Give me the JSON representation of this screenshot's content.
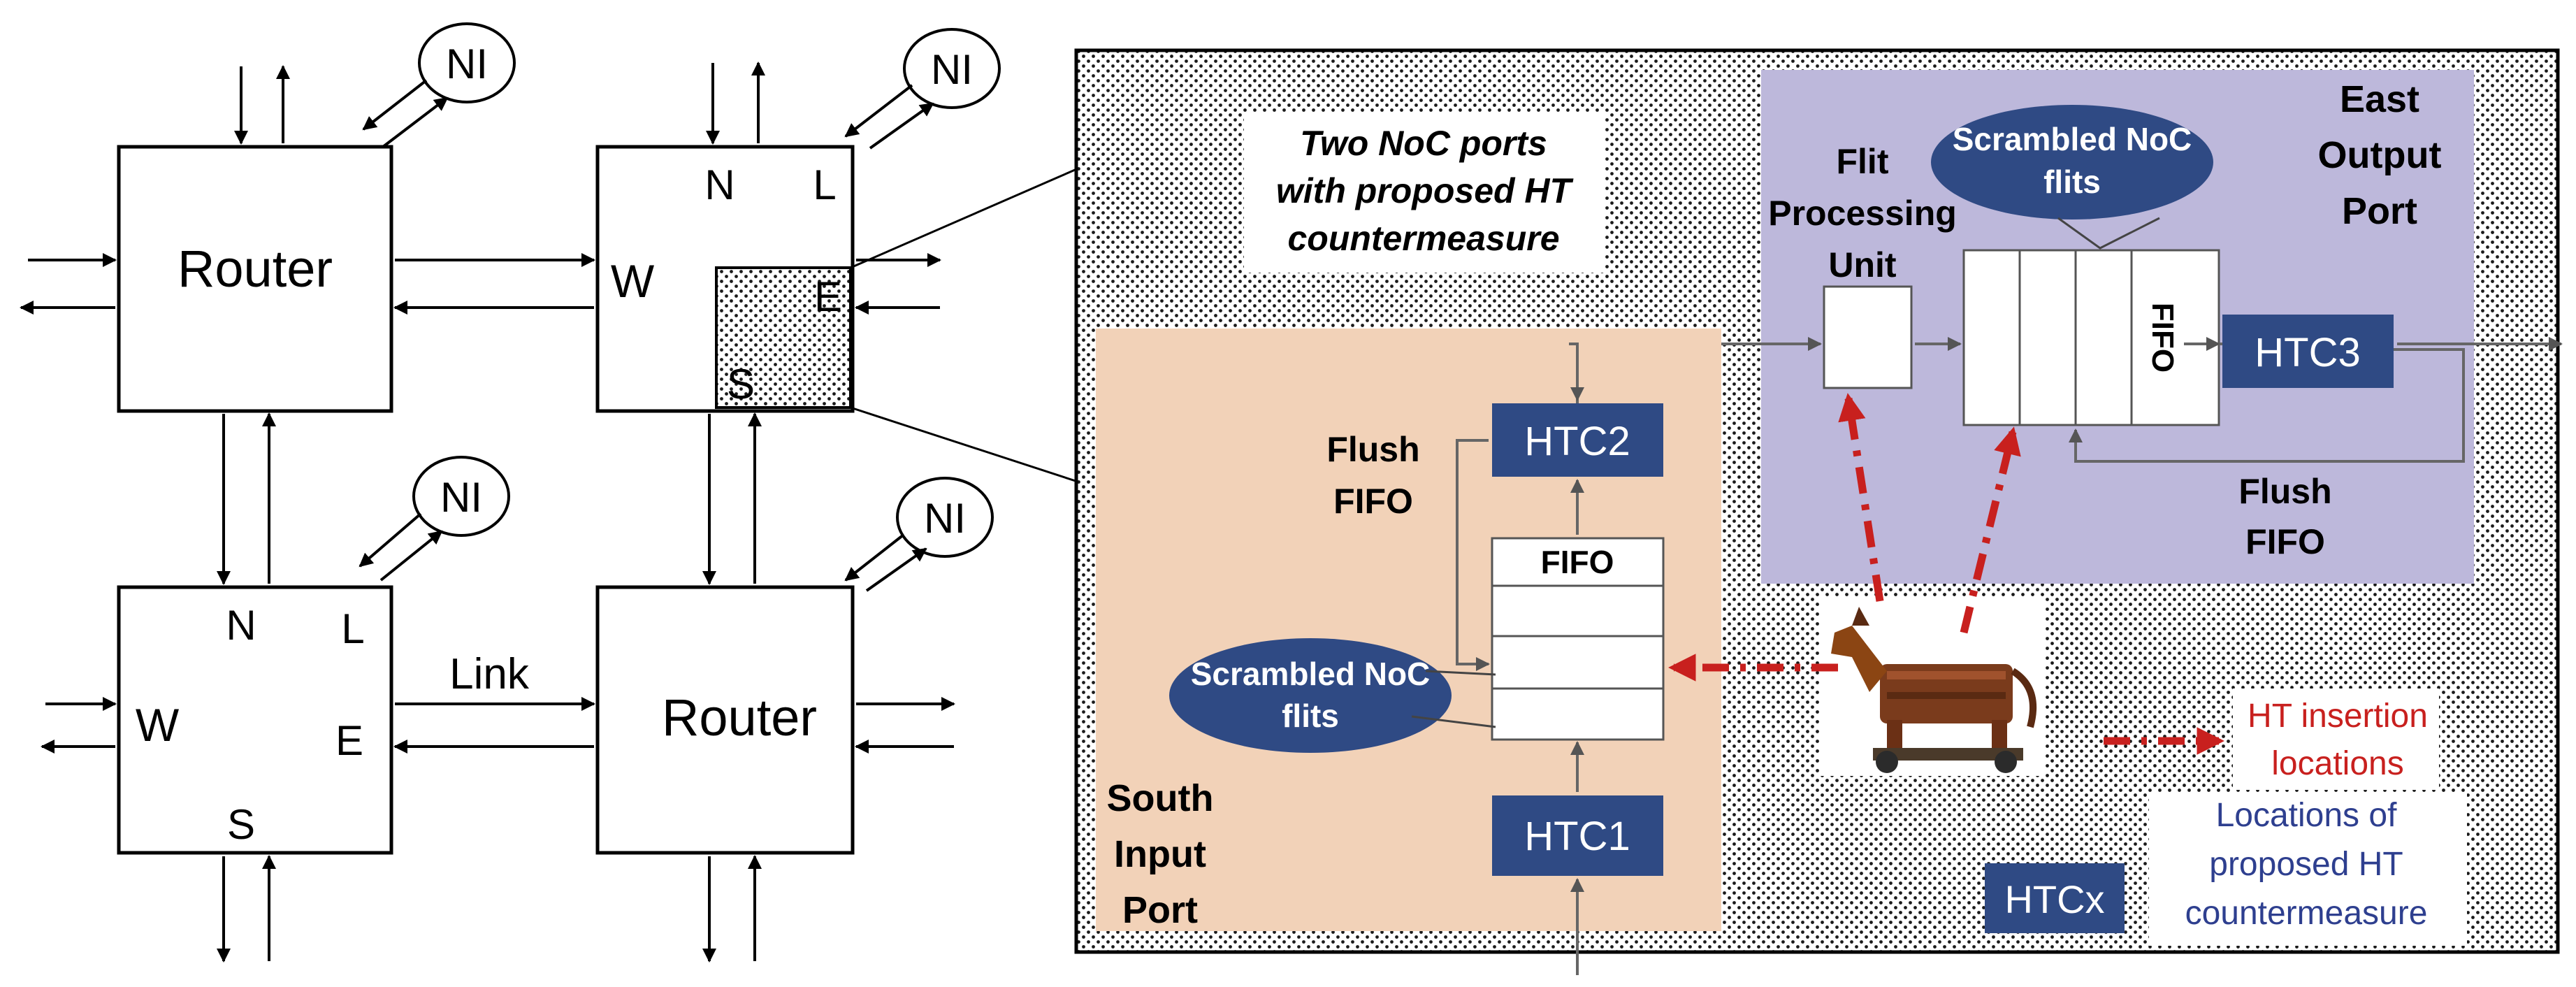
{
  "colors": {
    "accent_blue": "#2f4a84",
    "south_port_bg": "#f2d2b8",
    "east_port_bg": "#bdb8db",
    "trojan_arrow": "#c8201e",
    "legend_blue": "#2e3f8f",
    "legend_red": "#c8201e"
  },
  "left": {
    "router_tl": "Router",
    "router_br": "Router",
    "ni_tl": "NI",
    "ni_tr": "NI",
    "ni_bl": "NI",
    "ni_br": "NI",
    "tr_n": "N",
    "tr_l": "L",
    "tr_w": "W",
    "tr_e": "E",
    "tr_s": "S",
    "bl_n": "N",
    "bl_l": "L",
    "bl_w": "W",
    "bl_e": "E",
    "bl_s": "S",
    "link": "Link"
  },
  "right": {
    "callout_line1": "Two NoC ports",
    "callout_line2": "with proposed HT",
    "callout_line3": "countermeasure",
    "east_port_line1": "East",
    "east_port_line2": "Output",
    "east_port_line3": "Port",
    "fpu_line1": "Flit",
    "fpu_line2": "Processing",
    "fpu_line3": "Unit",
    "east_scrambled_line1": "Scrambled NoC",
    "east_scrambled_line2": "flits",
    "east_fifo": "FIFO",
    "htc3": "HTC3",
    "east_flush_line1": "Flush",
    "east_flush_line2": "FIFO",
    "south_flush_line1": "Flush",
    "south_flush_line2": "FIFO",
    "htc2": "HTC2",
    "south_fifo": "FIFO",
    "south_scrambled_line1": "Scrambled NoC",
    "south_scrambled_line2": "flits",
    "htc1": "HTC1",
    "south_port_line1": "South",
    "south_port_line2": "Input",
    "south_port_line3": "Port",
    "legend_ht_line1": "HT insertion",
    "legend_ht_line2": "locations",
    "legend_htcx": "HTCx",
    "legend_cm_line1": "Locations of",
    "legend_cm_line2": "proposed HT",
    "legend_cm_line3": "countermeasure"
  }
}
